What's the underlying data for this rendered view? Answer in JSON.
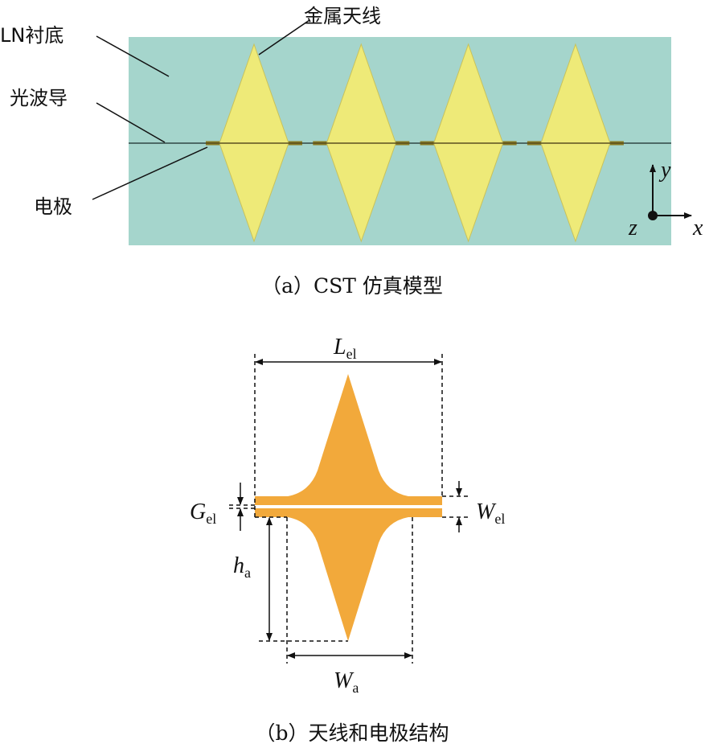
{
  "panel_a": {
    "labels": {
      "substrate": "LN衬底",
      "waveguide": "光波导",
      "electrode": "电极",
      "antenna": "金属天线"
    },
    "axes": {
      "x": "x",
      "y": "y",
      "z": "z"
    },
    "caption": "（a）CST 仿真模型",
    "antenna_count": 4,
    "colors": {
      "substrate": "#a5d5cc",
      "antenna": "#eeea78",
      "electrode": "#8a7a22"
    }
  },
  "panel_b": {
    "dimensions": {
      "L": {
        "main": "L",
        "sub": "el"
      },
      "G": {
        "main": "G",
        "sub": "el"
      },
      "W_el": {
        "main": "W",
        "sub": "el"
      },
      "h": {
        "main": "h",
        "sub": "a"
      },
      "W_a": {
        "main": "W",
        "sub": "a"
      }
    },
    "caption": "（b）天线和电极结构",
    "colors": {
      "antenna": "#f2a93b"
    }
  }
}
